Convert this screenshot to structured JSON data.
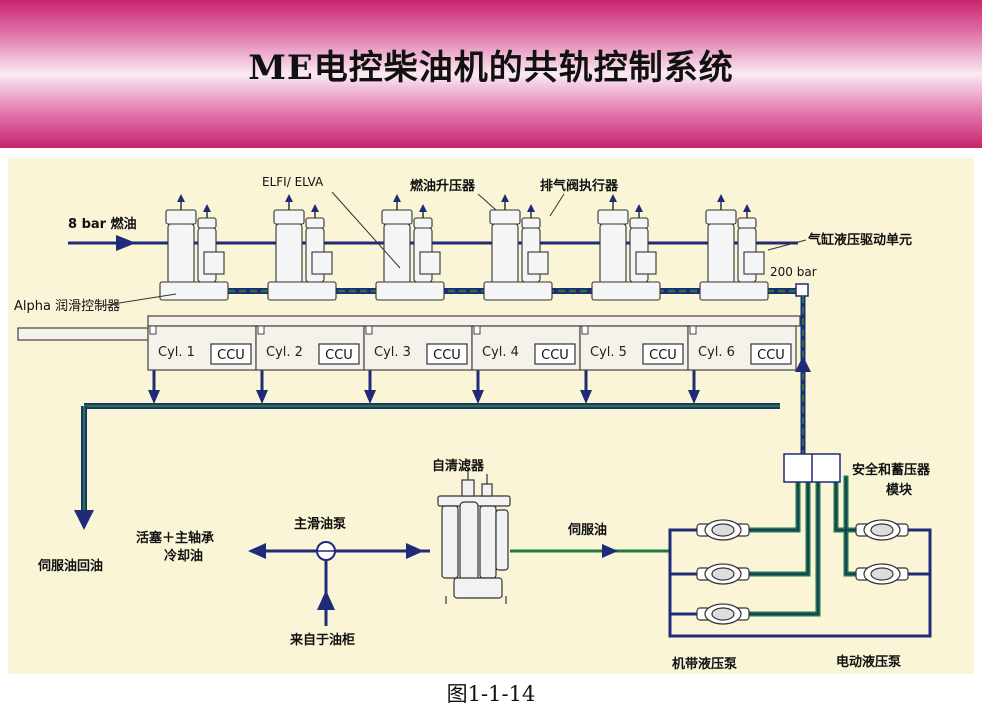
{
  "title": "ME电控柴油机的共轨控制系统",
  "caption": "图1-1-14",
  "labels": {
    "fuel_8bar": "8 bar 燃油",
    "elfi": "ELFI/ ELVA",
    "booster": "燃油升压器",
    "exhaust_actuator": "排气阀执行器",
    "hcu": "气缸液压驱动单元",
    "bar200": "200 bar",
    "alpha": "Alpha 润滑控制器",
    "self_clean": "自清滤器",
    "safety_line1": "安全和蓄压器",
    "safety_line2": "模块",
    "servo_return": "伺服油回油",
    "piston_line1": "活塞＋主轴承",
    "piston_line2": "冷却油",
    "main_pump": "主滑油泵",
    "servo_oil": "伺服油",
    "from_tank": "来自于油柜",
    "engine_pumps": "机带液压泵",
    "electric_pumps": "电动液压泵"
  },
  "cylinders": [
    "Cyl. 1",
    "Cyl. 2",
    "Cyl. 3",
    "Cyl. 4",
    "Cyl. 5",
    "Cyl. 6"
  ],
  "ccu_label": "CCU",
  "colors": {
    "navy": "#1f2a78",
    "green": "#1e7a3c",
    "panel": "#f9f5d6",
    "pink": "#c8246c"
  }
}
